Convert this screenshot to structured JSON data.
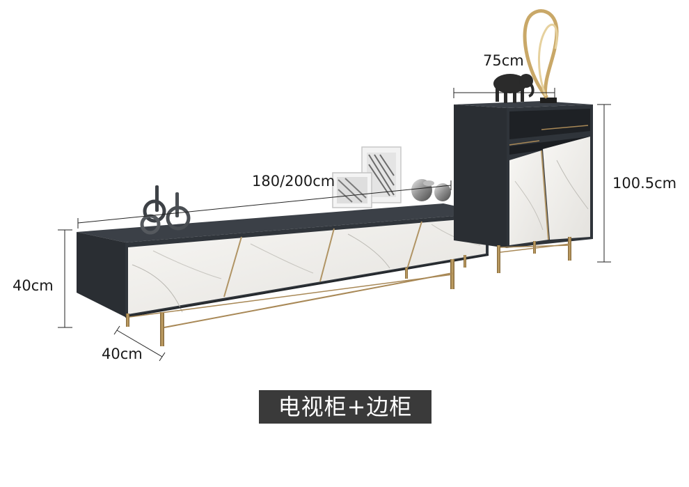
{
  "dimensions": {
    "tv_cabinet_length": "180/200cm",
    "tv_cabinet_height": "40cm",
    "tv_cabinet_depth": "40cm",
    "side_cabinet_width": "75cm",
    "side_cabinet_height": "100.5cm"
  },
  "caption": "电视柜+边柜",
  "colors": {
    "cabinet_body": "#2f343a",
    "cabinet_top": "#3b4047",
    "marble": "#f1f0ed",
    "gold_leg": "#a88856",
    "caption_bg": "#3a3a3a"
  }
}
